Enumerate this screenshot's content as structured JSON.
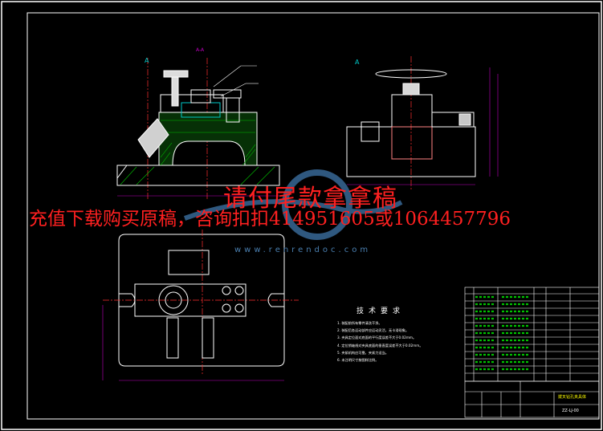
{
  "watermark": {
    "line1": "请付尾款拿拿稿",
    "line2": "充值下载购买原稿，咨询扣扣414951605或1064457796",
    "url": "www.renrendoc.com"
  },
  "views": {
    "section_label": "A-A"
  },
  "technical_requirements": {
    "heading": "技术要求",
    "notes": [
      "1. 装配前所有零件清洗干净。",
      "2. 装配后各运动部件应运动灵活，无卡滞现象。",
      "3. 夹具定位面对底面的平行度误差不大于0.02mm。",
      "4. 定位销轴线对夹具底面的垂直度误差不大于0.02mm。",
      "5. 夹紧机构应可靠，夹紧力适当。",
      "6. 未注明尺寸按图样比例。"
    ]
  },
  "title_block": {
    "part_title": "拨叉钻孔夹具体",
    "drawing_no": "ZZ-LJ-00"
  },
  "colors": {
    "background": "#000000",
    "outline": "#ffffff",
    "hatch": "#00c000",
    "centerline": "#ff3030",
    "dimension": "#c000c0",
    "cyan": "#00c8c8",
    "watermark_red": "#ff2020",
    "watermark_blue": "#3b6f9f"
  }
}
